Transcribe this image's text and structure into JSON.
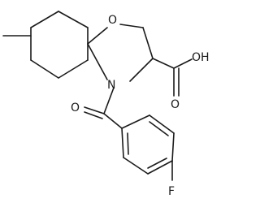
{
  "molecule": {
    "atoms": {
      "ring_oxygen": "O",
      "ring_nitrogen": "N",
      "hydroxyl": "OH",
      "carbonyl_oxygen_acid": "O",
      "carbonyl_oxygen_amide": "O",
      "fluorine": "F"
    }
  }
}
